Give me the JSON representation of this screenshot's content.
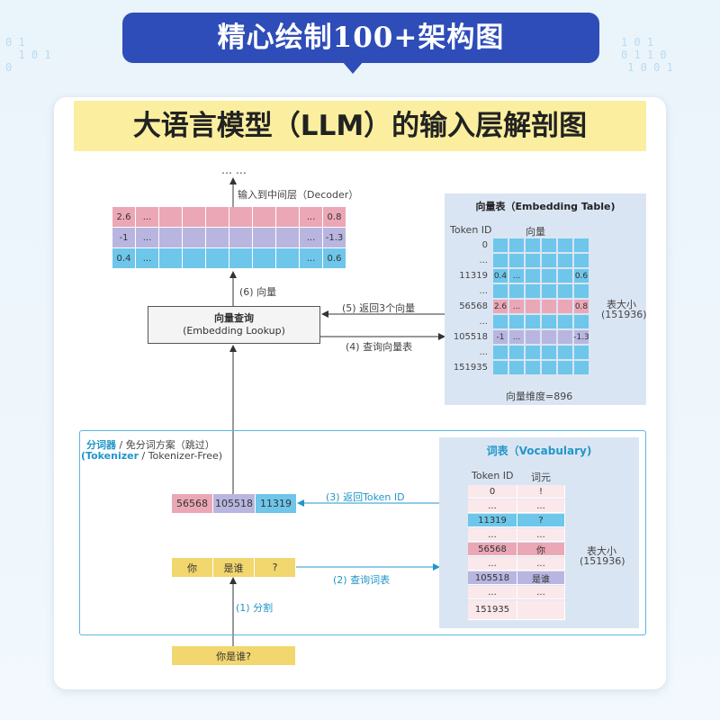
{
  "header": {
    "banner": "精心绘制100+架构图",
    "title": "大语言模型（LLM）的输入层解剖图"
  },
  "colors": {
    "pink": "#eba7b5",
    "purple": "#b8b6e0",
    "blue": "#6ec6ea",
    "yellow": "#f2d66e",
    "banner": "#2e4db8",
    "accent": "#2196c9"
  },
  "output": {
    "ellipsis": "… …",
    "to_decoder": "输入到中间层（Decoder）",
    "rows": [
      {
        "first": "2.6",
        "dots": "...",
        "dots2": "...",
        "last": "0.8"
      },
      {
        "first": "-1",
        "dots": "...",
        "dots2": "...",
        "last": "-1.3"
      },
      {
        "first": "0.4",
        "dots": "...",
        "dots2": "...",
        "last": "0.6"
      }
    ]
  },
  "steps": {
    "s6": "(6) 向量",
    "s5": "(5) 返回3个向量",
    "s4": "(4) 查询向量表",
    "s3": "(3) 返回Token ID",
    "s2": "(2) 查询词表",
    "s1": "(1) 分割"
  },
  "lookup": {
    "line1": "向量查询",
    "line2": "(Embedding Lookup)"
  },
  "embedding_table": {
    "title": "向量表（Embedding Table)",
    "col_token": "Token ID",
    "col_vec": "向量",
    "ids": [
      "0",
      "...",
      "11319",
      "...",
      "56568",
      "...",
      "105518",
      "...",
      "151935"
    ],
    "row_11319": {
      "first": "0.4",
      "dots": "...",
      "last": "0.6"
    },
    "row_56568": {
      "first": "2.6",
      "dots": "...",
      "last": "0.8"
    },
    "row_105518": {
      "first": "-1",
      "dots": "...",
      "last": "-1.3"
    },
    "size_label": "表大小",
    "size_value": "(151936)",
    "dim_label": "向量维度=896"
  },
  "tokenizer": {
    "line1_a": "分词器",
    "line1_b": " / 免分词方案（跳过）",
    "line2_a": "(Tokenizer",
    "line2_b": " / Tokenizer-Free)",
    "ids": [
      "56568",
      "105518",
      "11319"
    ],
    "tokens": [
      "你",
      "是谁",
      "?"
    ],
    "input": "你是谁?"
  },
  "vocabulary": {
    "title": "词表（Vocabulary)",
    "col_id": "Token ID",
    "col_word": "词元",
    "rows": [
      {
        "id": "0",
        "word": "!"
      },
      {
        "id": "...",
        "word": "..."
      },
      {
        "id": "11319",
        "word": "?"
      },
      {
        "id": "...",
        "word": "..."
      },
      {
        "id": "56568",
        "word": "你"
      },
      {
        "id": "...",
        "word": "..."
      },
      {
        "id": "105518",
        "word": "是谁"
      },
      {
        "id": "...",
        "word": "..."
      },
      {
        "id": "151935",
        "word": ""
      }
    ],
    "size_label": "表大小",
    "size_value": "(151936)"
  }
}
